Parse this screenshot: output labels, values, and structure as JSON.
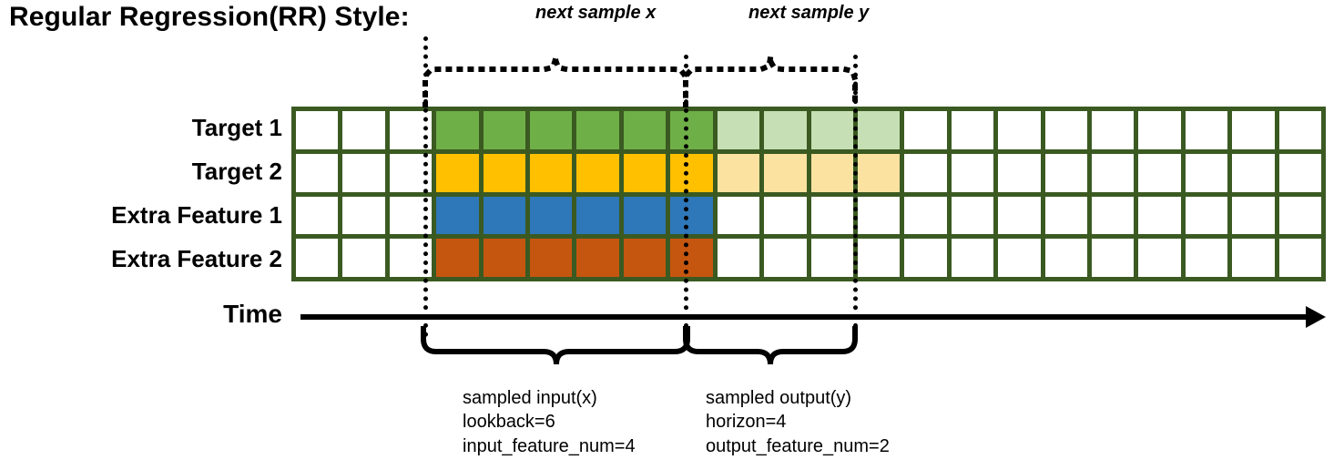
{
  "title": "Regular Regression(RR) Style:",
  "row_labels": [
    {
      "name": "target-1",
      "text": "Target 1"
    },
    {
      "name": "target-2",
      "text": "Target 2"
    },
    {
      "name": "extra-feature-1",
      "text": "Extra Feature 1"
    },
    {
      "name": "extra-feature-2",
      "text": "Extra Feature 2"
    }
  ],
  "axis": {
    "label": "Time"
  },
  "top_annotations": [
    {
      "name": "next-sample-x",
      "text": "next sample x"
    },
    {
      "name": "next-sample-y",
      "text": "next sample y"
    }
  ],
  "bottom_annotations": [
    {
      "name": "sampled-input",
      "line1": "sampled input(x)",
      "line2": "lookback=6",
      "line3": "input_feature_num=4"
    },
    {
      "name": "sampled-output",
      "line1": "sampled output(y)",
      "line2": "horizon=4",
      "line3": "output_feature_num=2"
    }
  ],
  "grid": {
    "columns": 22,
    "rows": 4,
    "input_start_col": 4,
    "input_end_col": 9,
    "output_start_col": 10,
    "output_end_col": 13,
    "cells": [
      [
        "white",
        "white",
        "white",
        "green",
        "green",
        "green",
        "green",
        "green",
        "green",
        "lgreen",
        "lgreen",
        "lgreen",
        "lgreen",
        "white",
        "white",
        "white",
        "white",
        "white",
        "white",
        "white",
        "white",
        "white"
      ],
      [
        "white",
        "white",
        "white",
        "gold",
        "gold",
        "gold",
        "gold",
        "gold",
        "gold",
        "lgold",
        "lgold",
        "lgold",
        "lgold",
        "white",
        "white",
        "white",
        "white",
        "white",
        "white",
        "white",
        "white",
        "white"
      ],
      [
        "white",
        "white",
        "white",
        "blue",
        "blue",
        "blue",
        "blue",
        "blue",
        "blue",
        "white",
        "white",
        "white",
        "white",
        "white",
        "white",
        "white",
        "white",
        "white",
        "white",
        "white",
        "white",
        "white"
      ],
      [
        "white",
        "white",
        "white",
        "orange",
        "orange",
        "orange",
        "orange",
        "orange",
        "orange",
        "white",
        "white",
        "white",
        "white",
        "white",
        "white",
        "white",
        "white",
        "white",
        "white",
        "white",
        "white",
        "white"
      ]
    ]
  },
  "colors": {
    "border": "#3b5a22",
    "green": "#6faf47",
    "gold": "#ffc000",
    "blue": "#2e77b8",
    "orange": "#c5560f",
    "light_green": "#c6dfb4",
    "light_gold": "#fce2a0",
    "ink": "#000000",
    "background": "#ffffff"
  }
}
